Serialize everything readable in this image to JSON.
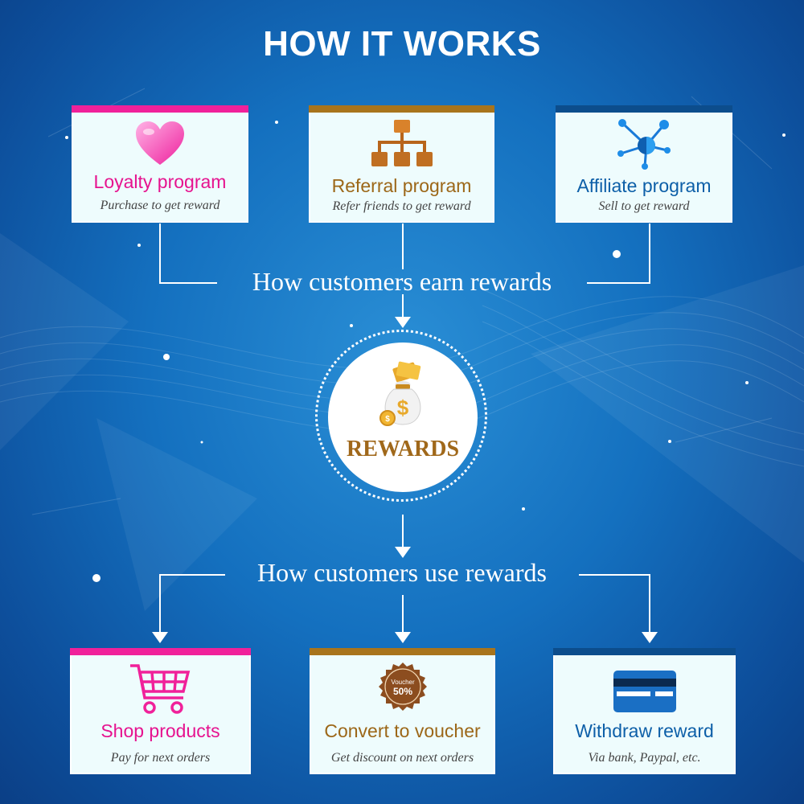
{
  "title": "HOW IT WORKS",
  "earn": {
    "heading": "How customers earn rewards",
    "cards": [
      {
        "label": "Loyalty program",
        "sub": "Purchase to get reward",
        "icon": "heart-icon"
      },
      {
        "label": "Referral program",
        "sub": "Refer friends to get reward",
        "icon": "hierarchy-icon"
      },
      {
        "label": "Affiliate program",
        "sub": "Sell to get reward",
        "icon": "network-icon"
      }
    ]
  },
  "rewards": {
    "label": "REWARDS",
    "icon": "money-bag-icon"
  },
  "use": {
    "heading": "How customers use rewards",
    "cards": [
      {
        "label": "Shop products",
        "sub": "Pay for next orders",
        "icon": "cart-icon"
      },
      {
        "label": "Convert to voucher",
        "sub": "Get discount on next orders",
        "icon": "voucher-icon"
      },
      {
        "label": "Withdraw reward",
        "sub": "Via bank, Paypal, etc.",
        "icon": "credit-card-icon"
      }
    ]
  },
  "voucher_badge": {
    "line1": "Voucher",
    "line2": "50%"
  },
  "colors": {
    "pink": "#f0219a",
    "brown": "#a8741c",
    "blue": "#0c4d8c",
    "card_bg": "#eefcfd"
  }
}
